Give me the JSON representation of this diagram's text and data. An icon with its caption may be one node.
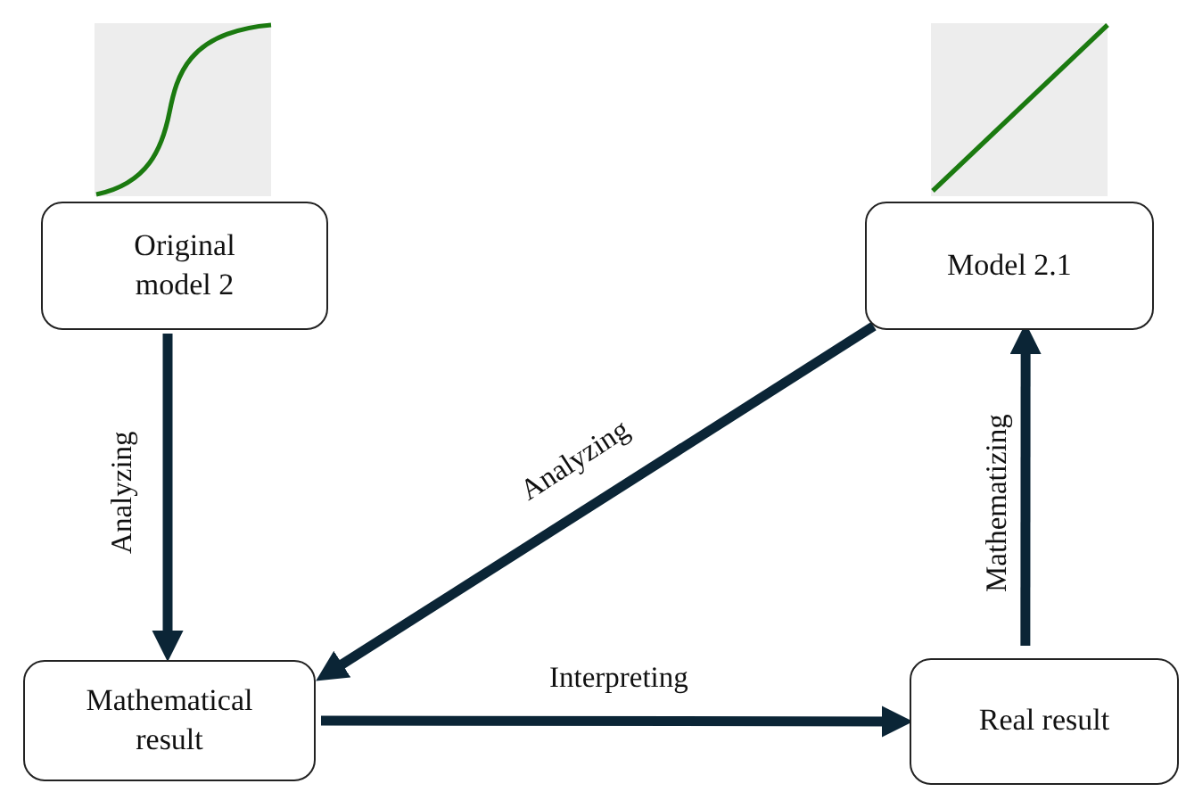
{
  "diagram": {
    "nodes": [
      {
        "text": [
          "Original model 2"
        ]
      },
      {
        "text": [
          "Model 2.1"
        ]
      },
      {
        "text": [
          "Mathematical result"
        ]
      },
      {
        "text": [
          "Real result"
        ]
      }
    ],
    "edges": [
      {
        "from": 0,
        "to": 2,
        "arrow": "to",
        "label": "Analyzing"
      },
      {
        "from": 1,
        "to": 2,
        "arrow": "to",
        "label": "Analyzing"
      },
      {
        "from": 2,
        "to": 3,
        "arrow": "to",
        "label": "Interpreting"
      },
      {
        "from": 3,
        "to": 1,
        "arrow": "to",
        "label": "Mathematizing"
      }
    ]
  }
}
